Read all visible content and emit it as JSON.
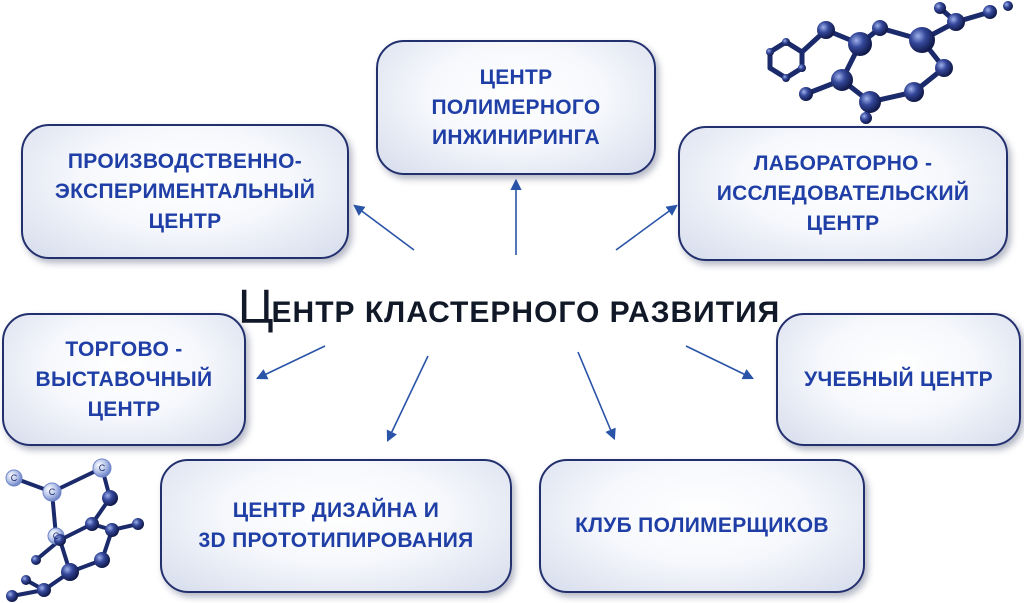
{
  "center_title": {
    "first_letter": "Ц",
    "rest": "ентр кластерного развития"
  },
  "boxes": [
    {
      "id": "polymer-engineering",
      "lines": [
        "ЦЕНТР",
        "ПОЛИМЕРНОГО",
        "ИНЖИНИРИНГА"
      ]
    },
    {
      "id": "production-experimental",
      "lines": [
        "ПРОИЗВОДСТВЕННО-",
        "ЭКСПЕРИМЕНТАЛЬНЫЙ",
        "ЦЕНТР"
      ]
    },
    {
      "id": "lab-research",
      "lines": [
        "ЛАБОРАТОРНО -",
        "ИССЛЕДОВАТЕЛЬСКИЙ",
        "ЦЕНТР"
      ]
    },
    {
      "id": "trade-exhibition",
      "lines": [
        "ТОРГОВО -",
        "ВЫСТАВОЧНЫЙ",
        "ЦЕНТР"
      ]
    },
    {
      "id": "training",
      "lines": [
        "УЧЕБНЫЙ ЦЕНТР"
      ]
    },
    {
      "id": "design-3d",
      "lines": [
        "ЦЕНТР ДИЗАЙНА И",
        "3D ПРОТОТИПИРОВАНИЯ"
      ]
    },
    {
      "id": "polymer-club",
      "lines": [
        "КЛУБ ПОЛИМЕРЩИКОВ"
      ]
    }
  ],
  "molecule_atom_labels": [
    "C",
    "C",
    "C",
    "C"
  ],
  "colors": {
    "box_text": "#1f3fa6",
    "box_border": "#23306e",
    "arrow": "#2a54a8",
    "title": "#111827",
    "molecule_dark": "#1b2a6b",
    "molecule_light": "#6f86c9"
  }
}
